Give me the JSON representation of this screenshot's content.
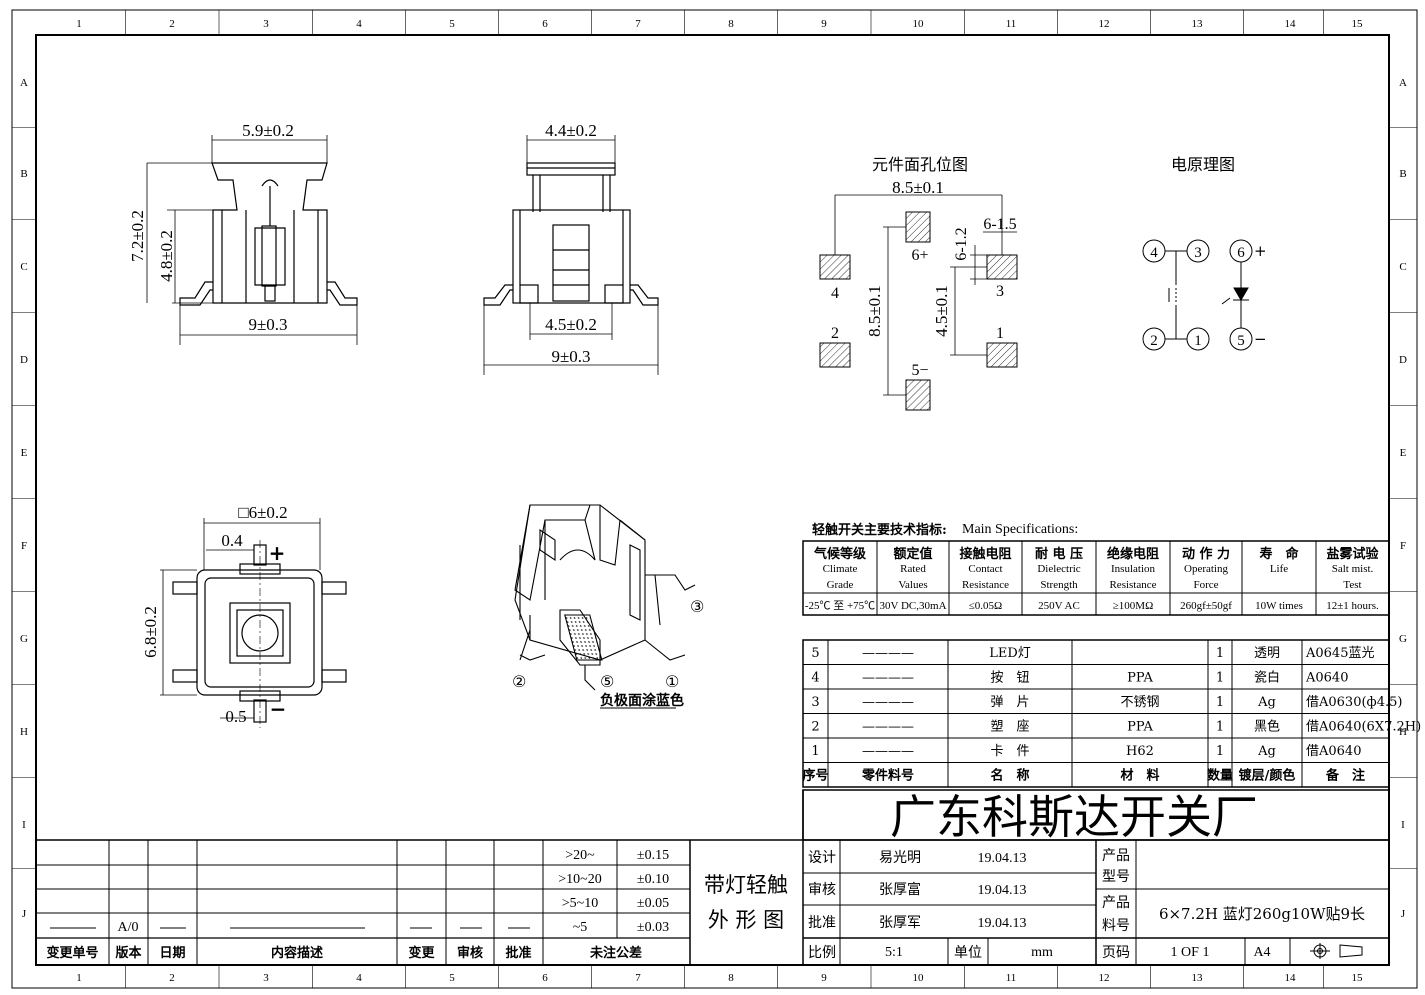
{
  "border": {
    "col_numbers": [
      "1",
      "2",
      "3",
      "4",
      "5",
      "6",
      "7",
      "8",
      "9",
      "10",
      "11",
      "12",
      "13",
      "14",
      "15"
    ],
    "row_letters": [
      "A",
      "B",
      "C",
      "D",
      "E",
      "F",
      "G",
      "H",
      "I",
      "J"
    ]
  },
  "views": {
    "front": {
      "width": "5.9±0.2",
      "height": "7.2±0.2",
      "inner_height": "4.8±0.2",
      "base": "9±0.3"
    },
    "side": {
      "width": "4.4±0.2",
      "inner": "4.5±0.2",
      "base": "9±0.3"
    },
    "top": {
      "square": "□6±0.2",
      "pin_w": "0.4",
      "height": "6.8±0.2",
      "pin_w2": "0.5",
      "plus": "+",
      "minus": "−"
    },
    "iso": {
      "note": "负极面涂蓝色",
      "c1": "①",
      "c2": "②",
      "c3": "③",
      "c5": "⑤"
    }
  },
  "pcb": {
    "title": "元件面孔位图",
    "dim_top": "8.5±0.1",
    "dim_v": "8.5±0.1",
    "dim_v2": "4.5±0.1",
    "dim_pad_w": "6-1.5",
    "dim_pad_h": "6-1.2",
    "pads": [
      "4",
      "6+",
      "3",
      "2",
      "5−",
      "1"
    ]
  },
  "circuit": {
    "title": "电原理图",
    "n4": "4",
    "n3": "3",
    "n2": "2",
    "n1": "1",
    "n6": "6",
    "n5": "5",
    "plus": "+",
    "minus": "−"
  },
  "specs": {
    "title": "轻触开关主要技术指标:",
    "title_en": "Main Specifications:",
    "headers": [
      [
        "气候等级",
        "Climate",
        "Grade"
      ],
      [
        "额定值",
        "Rated",
        "Values"
      ],
      [
        "接触电阻",
        "Contact",
        "Resistance"
      ],
      [
        "耐 电 压",
        "Dielectric",
        "Strength"
      ],
      [
        "绝缘电阻",
        "Insulation",
        "Resistance"
      ],
      [
        "动 作 力",
        "Operating",
        "Force"
      ],
      [
        "寿　命",
        "Life",
        ""
      ],
      [
        "盐雾试验",
        "Salt mist.",
        "Test"
      ]
    ],
    "values": [
      "-25℃ 至 +75℃",
      "30V DC,30mA",
      "≤0.05Ω",
      "250V AC",
      "≥100MΩ",
      "260gf±50gf",
      "10W times",
      "12±1 hours."
    ]
  },
  "bom": {
    "rows": [
      {
        "no": "5",
        "part": "————",
        "name": "LED灯",
        "material": "",
        "qty": "1",
        "plating": "透明",
        "note": "A0645蓝光"
      },
      {
        "no": "4",
        "part": "————",
        "name": "按　钮",
        "material": "PPA",
        "qty": "1",
        "plating": "瓷白",
        "note": "A0640"
      },
      {
        "no": "3",
        "part": "————",
        "name": "弹　片",
        "material": "不锈钢",
        "qty": "1",
        "plating": "Ag",
        "note": "借A0630(ф4.5)"
      },
      {
        "no": "2",
        "part": "————",
        "name": "塑　座",
        "material": "PPA",
        "qty": "1",
        "plating": "黑色",
        "note": "借A0640(6X7.2H)"
      },
      {
        "no": "1",
        "part": "————",
        "name": "卡　件",
        "material": "H62",
        "qty": "1",
        "plating": "Ag",
        "note": "借A0640"
      }
    ],
    "header": {
      "no": "序号",
      "part": "零件料号",
      "name": "名　称",
      "material": "材　料",
      "qty": "数量",
      "plating": "镀层/颜色",
      "note": "备　注"
    }
  },
  "company": "广东科斯达开关厂",
  "titleblock": {
    "design_label": "设计",
    "design_name": "易光明",
    "design_date": "19.04.13",
    "review_label": "审核",
    "review_name": "张厚富",
    "review_date": "19.04.13",
    "approve_label": "批准",
    "approve_name": "张厚军",
    "approve_date": "19.04.13",
    "product_model_label1": "产品",
    "product_model_label2": "型号",
    "product_no_label1": "产品",
    "product_no_label2": "料号",
    "product_no": "6×7.2H 蓝灯260g10W贴9长",
    "scale_label": "比例",
    "scale": "5:1",
    "unit_label": "单位",
    "unit": "mm",
    "page_label": "页码",
    "page": "1 OF 1",
    "size": "A4",
    "drawing_title1": "带灯轻触",
    "drawing_title2": "外 形 图"
  },
  "tolerance": {
    "rows": [
      [
        ">20~",
        "±0.15"
      ],
      [
        ">10~20",
        "±0.10"
      ],
      [
        ">5~10",
        "±0.05"
      ],
      [
        "~5",
        "±0.03"
      ]
    ],
    "footer": "未注公差"
  },
  "revision": {
    "version": "A/0",
    "headers": [
      "变更单号",
      "版本",
      "日期",
      "内容描述",
      "变更",
      "审核",
      "批准"
    ]
  }
}
